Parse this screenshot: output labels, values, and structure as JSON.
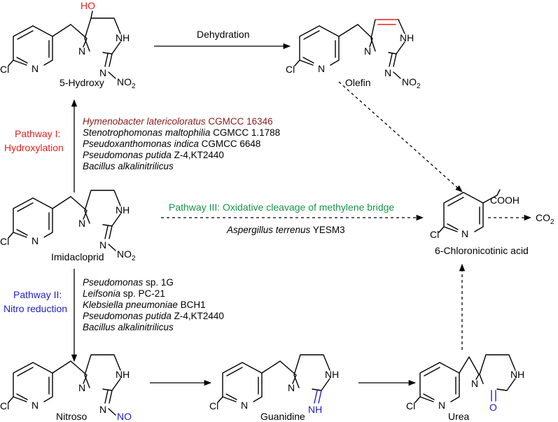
{
  "colors": {
    "black": "#000000",
    "red": "#e8211e",
    "blue": "#1f20c8",
    "green": "#18944a",
    "darkred": "#8b1a1a"
  },
  "atoms": {
    "cl": "Cl",
    "n": "N",
    "nh": "NH",
    "no2_base": "NO",
    "no2_sub": "2",
    "ho": "HO",
    "no": "NO",
    "o": "O",
    "cooh": "COOH",
    "co2_base": "CO",
    "co2_sub": "2"
  },
  "compounds": {
    "hydroxy": "5-Hydroxy",
    "olefin": "Olefin",
    "imidacloprid": "Imidacloprid",
    "chloronicotinic": "6-Chloronicotinic acid",
    "nitroso": "Nitroso",
    "guanidine": "Guanidine",
    "urea": "Urea"
  },
  "arrows": {
    "dehydration": "Dehydration"
  },
  "pathways": {
    "p1_line1": "Pathway I:",
    "p1_line2": "Hydroxylation",
    "p2_line1": "Pathway II:",
    "p2_line2": "Nitro reduction",
    "p3": "Pathway III: Oxidative cleavage of methylene bridge"
  },
  "organisms_p1": [
    {
      "italic": "Hymenobacter latericoloratus",
      "plain": " CGMCC 16346",
      "color": "darkred"
    },
    {
      "italic": "Stenotrophomonas maltophilia",
      "plain": " CGMCC 1.1788",
      "color": "black"
    },
    {
      "italic": "Pseudoxanthomonas indica",
      "plain": " CGMCC 6648",
      "color": "black"
    },
    {
      "italic": "Pseudomonas putida",
      "plain": " Z-4,KT2440",
      "color": "black"
    },
    {
      "italic": "Bacillus alkalinitrilicus",
      "plain": "",
      "color": "black"
    }
  ],
  "organisms_p2": [
    {
      "italic": "Pseudomonas",
      "plain": " sp. 1G",
      "color": "black"
    },
    {
      "italic": "Leifsonia",
      "plain": " sp. PC-21",
      "color": "black"
    },
    {
      "italic": "Klebsiella pneumoniae",
      "plain": " BCH1",
      "color": "black"
    },
    {
      "italic": "Pseudomonas putida",
      "plain": " Z-4,KT2440",
      "color": "black"
    },
    {
      "italic": "Bacillus alkalinitrilicus",
      "plain": "",
      "color": "black"
    }
  ],
  "organisms_p3": [
    {
      "italic": "Aspergillus terrenus",
      "plain": " YESM3",
      "color": "black"
    }
  ]
}
